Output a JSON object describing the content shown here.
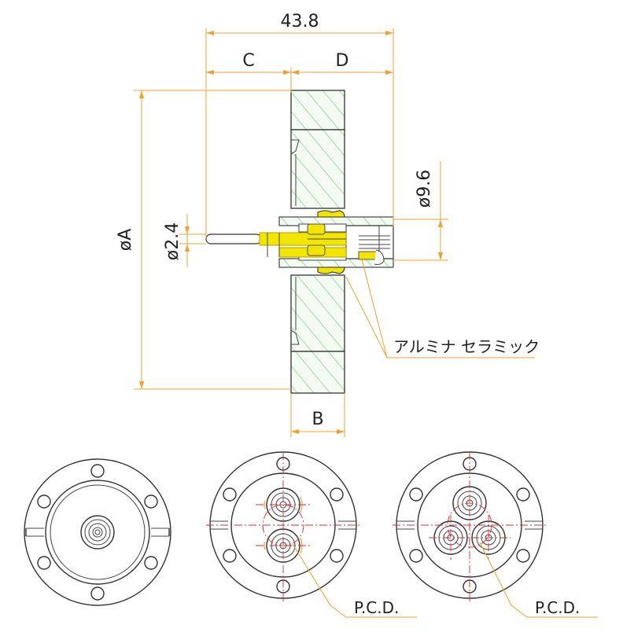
{
  "dimensions": {
    "overall_length": "43.8",
    "c": "C",
    "d": "D",
    "b": "B",
    "dia_a": "øA",
    "dia_pin": "ø2.4",
    "dia_body": "ø9.6"
  },
  "callouts": {
    "material": "アルミナ セラミック",
    "pcd_two_pin": "P.C.D.",
    "pcd_three_pin": "P.C.D."
  },
  "colors": {
    "dimension": "#f0a030",
    "hatch_fill": "#f3fbf3",
    "hatch_line": "#58c058",
    "conductor": "#f2e500",
    "conductor_edge": "#b8a000",
    "center_line": "#e0282c",
    "outline": "#333333"
  }
}
